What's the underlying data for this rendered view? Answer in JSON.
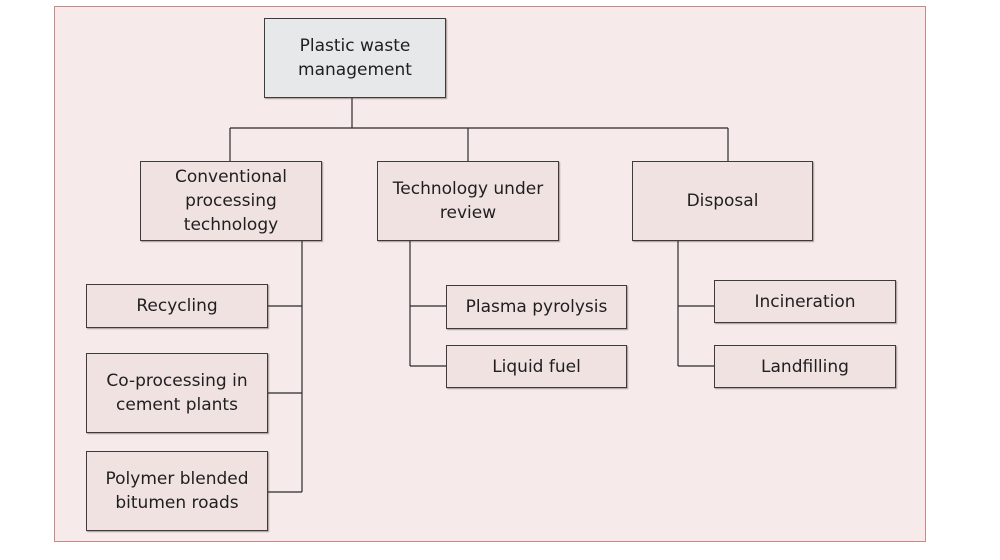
{
  "colors": {
    "panel_background": "#f6ebea",
    "panel_border": "#c98a86",
    "node_background": "#efe2e0",
    "root_background": "#e7e8ea",
    "line": "#2b2b2b"
  },
  "root": {
    "label": "Plastic waste\nmanagement"
  },
  "categories": [
    {
      "label": "Conventional\nprocessing\ntechnology",
      "children": [
        "Recycling",
        "Co-processing in\ncement plants",
        "Polymer blended\nbitumen roads"
      ]
    },
    {
      "label": "Technology under\nreview",
      "children": [
        "Plasma pyrolysis",
        "Liquid fuel"
      ]
    },
    {
      "label": "Disposal",
      "children": [
        "Incineration",
        "Landfilling"
      ]
    }
  ]
}
